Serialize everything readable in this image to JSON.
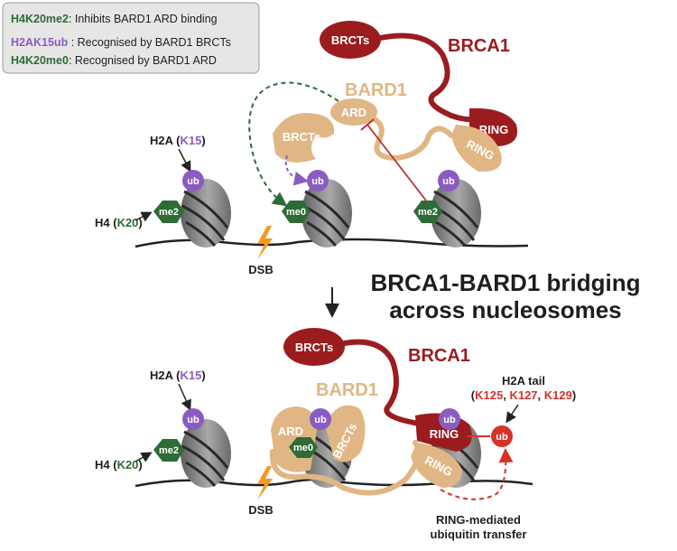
{
  "legend": {
    "items": [
      {
        "key": "H4K20me2",
        "text": ": Inhibits BARD1 ARD binding",
        "color": "#2e6b35"
      },
      {
        "key": "H2AK15ub",
        "text": " : Recognised by BARD1 BRCTs",
        "color": "#8a5cc0"
      },
      {
        "key": "H4K20me0",
        "text": ": Recognised by BARD1 ARD",
        "color": "#2e6b35"
      }
    ]
  },
  "top": {
    "h2a_prefix": "H2A (",
    "h2a_residue": "K15",
    "h2a_suffix": ")",
    "h4_prefix": "H4 (",
    "h4_residue": "K20",
    "h4_suffix": ")",
    "ub": "ub",
    "me2": "me2",
    "me0": "me0",
    "dsb": "DSB",
    "brca1": "BRCA1",
    "bard1": "BARD1",
    "brcts": "BRCTs",
    "ard": "ARD",
    "ring": "RING"
  },
  "title": {
    "line1": "BRCA1-BARD1 bridging",
    "line2": "across nucleosomes"
  },
  "bottom": {
    "h2a_prefix": "H2A (",
    "h2a_residue": "K15",
    "h2a_suffix": ")",
    "h4_prefix": "H4 (",
    "h4_residue": "K20",
    "h4_suffix": ")",
    "ub": "ub",
    "me2": "me2",
    "me0": "me0",
    "dsb": "DSB",
    "brca1": "BRCA1",
    "bard1": "BARD1",
    "brcts": "BRCTs",
    "ard": "ARD",
    "ring": "RING",
    "tail_title": "H2A tail",
    "tail_open": "(",
    "tail_k125": "K125",
    "tail_sep1": ", ",
    "tail_k127": "K127",
    "tail_sep2": ", ",
    "tail_k129": "K129",
    "tail_close": ")",
    "transfer_line1": "RING-mediated",
    "transfer_line2": "ubiquitin transfer"
  },
  "colors": {
    "brca1": "#9b1c1f",
    "bard1": "#e0b784",
    "ub": "#8a5cc0",
    "me": "#2e6b35",
    "dsb": "#f39a1e",
    "lysine_red": "#d7322b",
    "nucleosome": "#8a8a8a"
  }
}
